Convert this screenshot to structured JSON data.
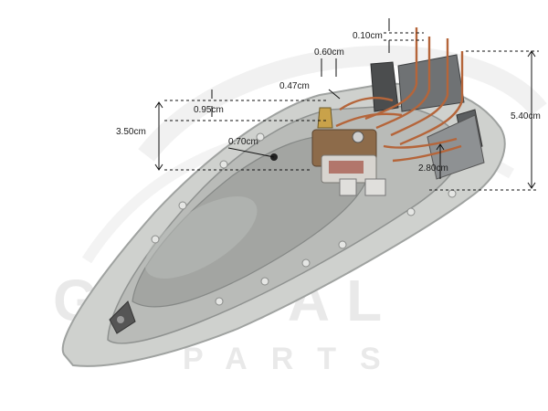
{
  "watermark": {
    "main": "GLOBAL",
    "sub": "PARTS"
  },
  "dimensions": [
    {
      "id": "d-010",
      "label": "0.10cm"
    },
    {
      "id": "d-060",
      "label": "0.60cm"
    },
    {
      "id": "d-047",
      "label": "0.47cm"
    },
    {
      "id": "d-095",
      "label": "0.95cm"
    },
    {
      "id": "d-350",
      "label": "3.50cm"
    },
    {
      "id": "d-070",
      "label": "0.70cm"
    },
    {
      "id": "d-540",
      "label": "5.40cm"
    },
    {
      "id": "d-280",
      "label": "2.80cm"
    }
  ],
  "colors": {
    "soleplate": "#c9cbc8",
    "soleplate_edge": "#b5b8b6",
    "heat_plate": "#a7a9a6",
    "copper": "#b5653a",
    "dimension_line": "#111111"
  }
}
